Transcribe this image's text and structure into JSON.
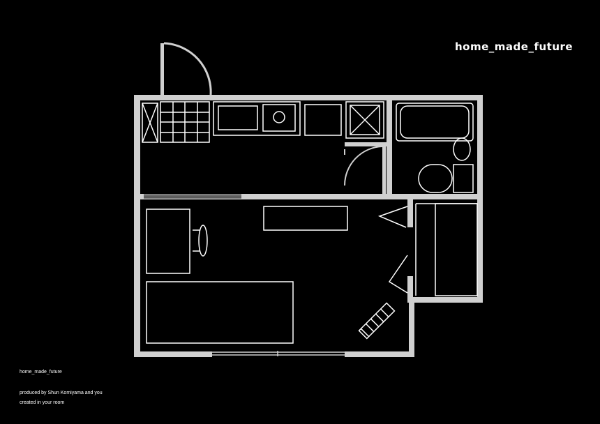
{
  "header": {
    "title": "home_made_future"
  },
  "footer": {
    "brand": "home_made_future",
    "produced_by": "produced by Shun Komiyama and you",
    "created_in": "created in your room"
  },
  "colors": {
    "background": "#000000",
    "wall": "#d0d0d0",
    "line": "#ffffff",
    "text": "#ffffff"
  }
}
